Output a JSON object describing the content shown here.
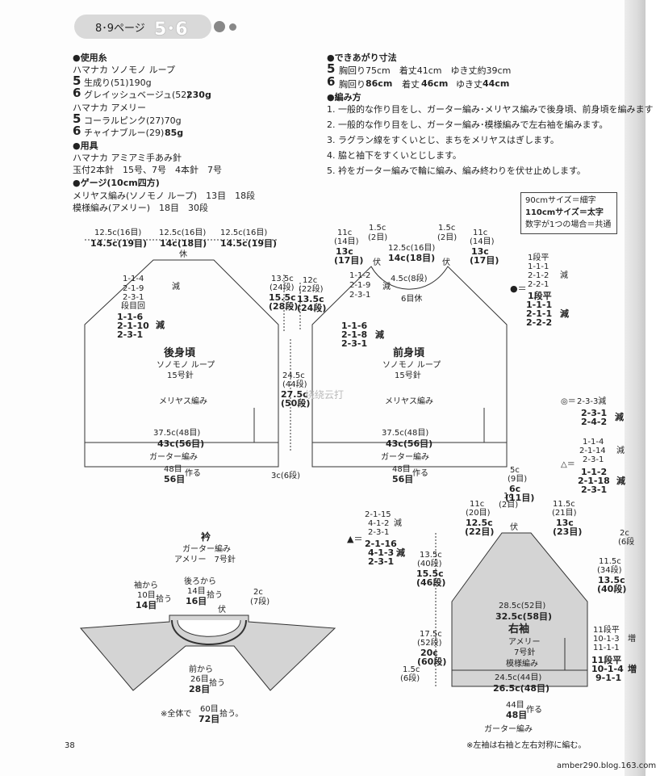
{
  "header": {
    "pages": "8･9ページ",
    "numbers": "5･6"
  },
  "materials": {
    "yarn_title": "●使用糸",
    "yarn_brand1": "ハマナカ ソノモノ ループ",
    "y5_num": "5",
    "y5_text": "生成り(51)190g",
    "y6_num": "6",
    "y6_text": "グレイッシュベージュ(52)",
    "y6_amt": "230g",
    "yarn_brand2": "ハマナカ アメリー",
    "a5_num": "5",
    "a5_text": "コーラルピンク(27)70g",
    "a6_num": "6",
    "a6_text": "チャイナブルー(29)",
    "a6_amt": "85g",
    "tools_title": "●用具",
    "tools1": "ハマナカ アミアミ手あみ針",
    "tools2": "玉付2本針　15号、7号　4本針　7号",
    "gauge_title": "●ゲージ(10cm四方)",
    "gauge1": "メリヤス編み(ソノモノ ループ)　13目　18段",
    "gauge2": "模様編み(アメリー)　18目　30段"
  },
  "finished": {
    "title": "●できあがり寸法",
    "s5_num": "5",
    "s5": "胸回り75cm　着丈41cm　ゆき丈約39cm",
    "s6_num": "6",
    "s6a": "胸回り",
    "s6b": "86cm",
    "s6c": "着丈",
    "s6d": "46cm",
    "s6e": "ゆき丈",
    "s6f": "44cm"
  },
  "method": {
    "title": "●編み方",
    "steps": [
      "1. 一般的な作り目をし、ガーター編み･メリヤス編みで後身頃、前身頃を編みます",
      "2. 一般的な作り目をし、ガーター編み･模様編みで左右袖を編みます。",
      "3. ラグラン線をすくいとじ、まちをメリヤスはぎします。",
      "4. 脇と袖下をすくいとじします。",
      "5. 衿をガーター編みで輪に編み、編み終わりを伏せ止めします。"
    ]
  },
  "legend": {
    "l1": "90cmサイズ＝細字",
    "l2": "110cmサイズ＝太字",
    "l3": "数字が1つの場合＝共通"
  },
  "back": {
    "title": "後身頃",
    "yarn": "ソノモノ ループ",
    "needle": "15号針",
    "stitch": "メリヤス編み",
    "top1a": "12.5c(16目)",
    "top1b": "14.5c(19目)",
    "top2a": "12.5c(16目)",
    "top2b": "14c(18目)",
    "top3a": "12.5c(16目)",
    "top3b": "14.5c(19目)",
    "rest": "休",
    "dec1": "1-1-4",
    "dec2": "2-1-9",
    "dec3": "2-3-1",
    "dec4": "段目回",
    "dec5": "1-1-6",
    "dec6": "2-1-10",
    "dec7": "2-3-1",
    "gen": "減",
    "gen2": "減",
    "width_a": "37.5c(48目)",
    "width_b": "43c(56目)",
    "garter": "ガーター編み",
    "cast_a": "48目",
    "cast_b": "56目",
    "cast_c": "作る"
  },
  "front": {
    "title": "前身頃",
    "yarn": "ソノモノ ループ",
    "needle": "15号針",
    "stitch": "メリヤス編み",
    "t1a": "11c",
    "t1b": "(14目)",
    "t1c": "13c",
    "t1d": "(17目)",
    "t2a": "1.5c",
    "t2b": "(2目)",
    "t3a": "12.5c(16目)",
    "t3b": "14c(18目)",
    "t4a": "1.5c",
    "t4b": "(2目)",
    "t5a": "11c",
    "t5b": "(14目)",
    "t5c": "13c",
    "t5d": "(17目)",
    "fu1": "伏",
    "fu2": "伏",
    "neck": "4.5c(8段)",
    "rest6": "6目休",
    "dec1": "1-1-2",
    "dec2": "2-1-9",
    "dec3": "2-3-1",
    "dec4": "1-1-6",
    "dec5": "2-1-8",
    "dec6": "2-3-1",
    "gen": "減",
    "gen2": "減",
    "width_a": "37.5c(48目)",
    "width_b": "43c(56目)",
    "garter": "ガーター編み",
    "cast_a": "48目",
    "cast_b": "56目",
    "cast_c": "作る"
  },
  "midcol": {
    "a1": "13.5c",
    "a2": "(24段)",
    "a3": "15.5c",
    "a4": "(28段)",
    "b1": "12c",
    "b2": "(22段)",
    "b3": "13.5c",
    "b4": "(24段)",
    "c1": "24.5c",
    "c2": "(44段)",
    "c3": "27.5c",
    "c4": "(50段)",
    "d1": "3c(6段)"
  },
  "rightnotes": {
    "r1": "1段平",
    "r2": "1-1-1",
    "r3": "2-1-2",
    "r4": "2-2-1",
    "r5": "1段平",
    "r6": "1-1-1",
    "r7": "2-1-1",
    "r8": "2-2-2",
    "gen1": "減",
    "gen2": "減",
    "circ1": "◎＝",
    "circ2": "2-3-3減",
    "circ3": "2-3-1",
    "circ4": "2-4-2",
    "circ_gen": "減",
    "tri1": "△＝",
    "tri2": "1-1-4",
    "tri3": "2-1-14",
    "tri4": "2-3-1",
    "tri5": "1-1-2",
    "tri6": "2-1-18",
    "tri7": "2-3-1",
    "tri_gen1": "減",
    "tri_gen2": "減"
  },
  "sleeve": {
    "title": "右袖",
    "yarn": "アメリー",
    "needle": "7号針",
    "stitch": "模様編み",
    "top5a": "5c",
    "top5b": "(9目)",
    "top5c": "6c",
    "top5d": "(11目)",
    "l11a": "11c",
    "l11b": "(20目)",
    "l11c": "12.5c",
    "l11d": "(22目)",
    "c1a": "1c",
    "c1b": "(2目)",
    "r11a": "11.5c",
    "r11b": "(21目)",
    "r11c": "13c",
    "r11d": "(23目)",
    "fu": "伏",
    "tl1": "2-1-15",
    "tl2": "4-1-2",
    "tl3": "2-3-1",
    "tl4": "2-1-16",
    "tl5": "4-1-3",
    "tl6": "2-3-1",
    "tl_gen1": "減",
    "tl_gen2": "減",
    "h1a": "13.5c",
    "h1b": "(40段)",
    "h1c": "15.5c",
    "h1d": "(46段)",
    "h2a": "17.5c",
    "h2b": "(52段)",
    "h2c": "20c",
    "h2d": "(60段)",
    "h3a": "1.5c",
    "h3b": "(6段)",
    "rh1": "11.5c",
    "rh2": "(34段)",
    "rh3": "13.5c",
    "rh4": "(40段)",
    "rs1": "11段平",
    "rs2": "10-1-3",
    "rs3": "11-1-1",
    "rs4": "11段平",
    "rs5": "10-1-4",
    "rs6": "9-1-1",
    "rs_gen1": "増",
    "rs_gen2": "増",
    "w1": "28.5c(52目)",
    "w2": "32.5c(58目)",
    "w3": "24.5c(44目)",
    "w4": "26.5c(48目)",
    "cast_a": "44目",
    "cast_b": "48目",
    "cast_c": "作る",
    "garter": "ガーター編み",
    "note": "※左袖は右袖と左右対称に編む。",
    "edge1": "2c",
    "edge2": "(6段"
  },
  "collar": {
    "title": "衿",
    "sub1": "ガーター編み",
    "sub2": "アメリー　7号針",
    "s1": "袖から",
    "s2": "10目",
    "s3": "14目",
    "s4": "拾う",
    "b1": "後ろから",
    "b2": "14目",
    "b3": "16目",
    "b4": "拾う",
    "f1": "伏",
    "c1": "2c",
    "c2": "(7段)",
    "m1": "前から",
    "m2": "26目",
    "m3": "28目",
    "m4": "拾う",
    "total1": "※全体で",
    "total2": "60目",
    "total3": "72目",
    "total4": "拾う。"
  },
  "misc": {
    "page": "38",
    "footer": "amber290.blog.163.com",
    "watermark": "绕绕云打"
  }
}
